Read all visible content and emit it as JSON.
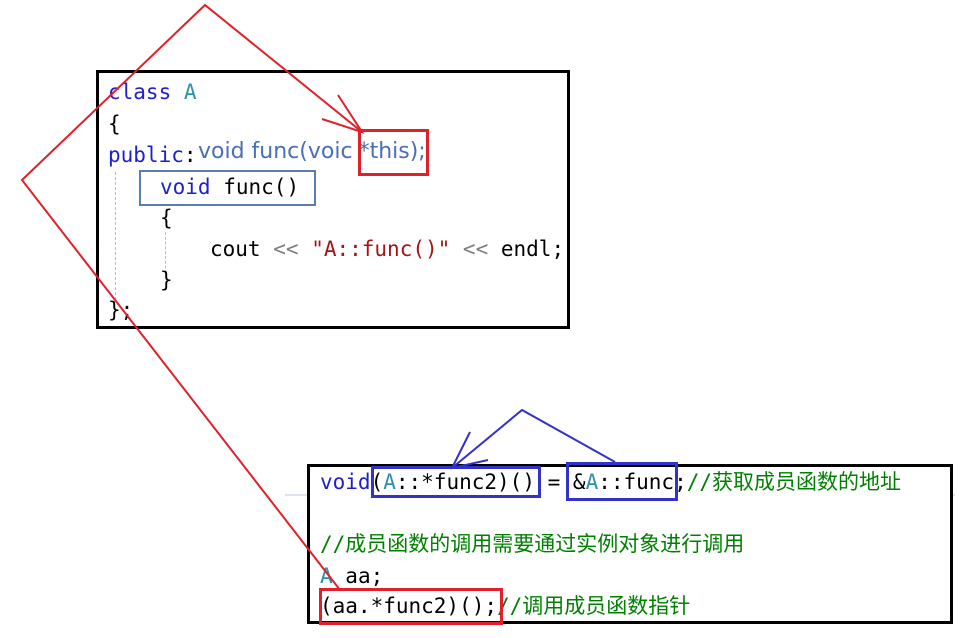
{
  "class_block": {
    "line1_kw": "class",
    "line1_name": "A",
    "line2": "{",
    "public_kw": "public",
    "public_colon": ":",
    "annotation_plain": "void func(voic",
    "annotation_this": "*this)",
    "annotation_end": ";",
    "method_void": "void",
    "method_name": "func()",
    "open_brace": "{",
    "cout": "cout",
    "shift1": "<<",
    "string": "\"A::func()\"",
    "shift2": "<<",
    "endl": "endl;",
    "close_brace": "}",
    "class_end": "};"
  },
  "usage_block": {
    "line1_void": "void",
    "line1_ptr_open": "(",
    "line1_ptr_cls": "A",
    "line1_ptr_rest": "::*func2)()",
    "line1_eq": " = ",
    "line1_amp": "&",
    "line1_addr_cls": "A",
    "line1_addr_rest": "::func",
    "line1_semi": ";",
    "line1_comment": "//获取成员函数的地址",
    "line2_comment": "//成员函数的调用需要通过实例对象进行调用",
    "line3_cls": "A",
    "line3_rest": " aa;",
    "line4_call": "(aa.*func2)();",
    "line4_comment": "//调用成员函数指针"
  },
  "colors": {
    "highlight_red": "#e0202a",
    "highlight_blue": "#3232c8",
    "highlight_steel": "#5a7fae",
    "keyword": "#1f1fcf",
    "class_name": "#2b91af",
    "string": "#a31515",
    "comment": "#008000"
  }
}
